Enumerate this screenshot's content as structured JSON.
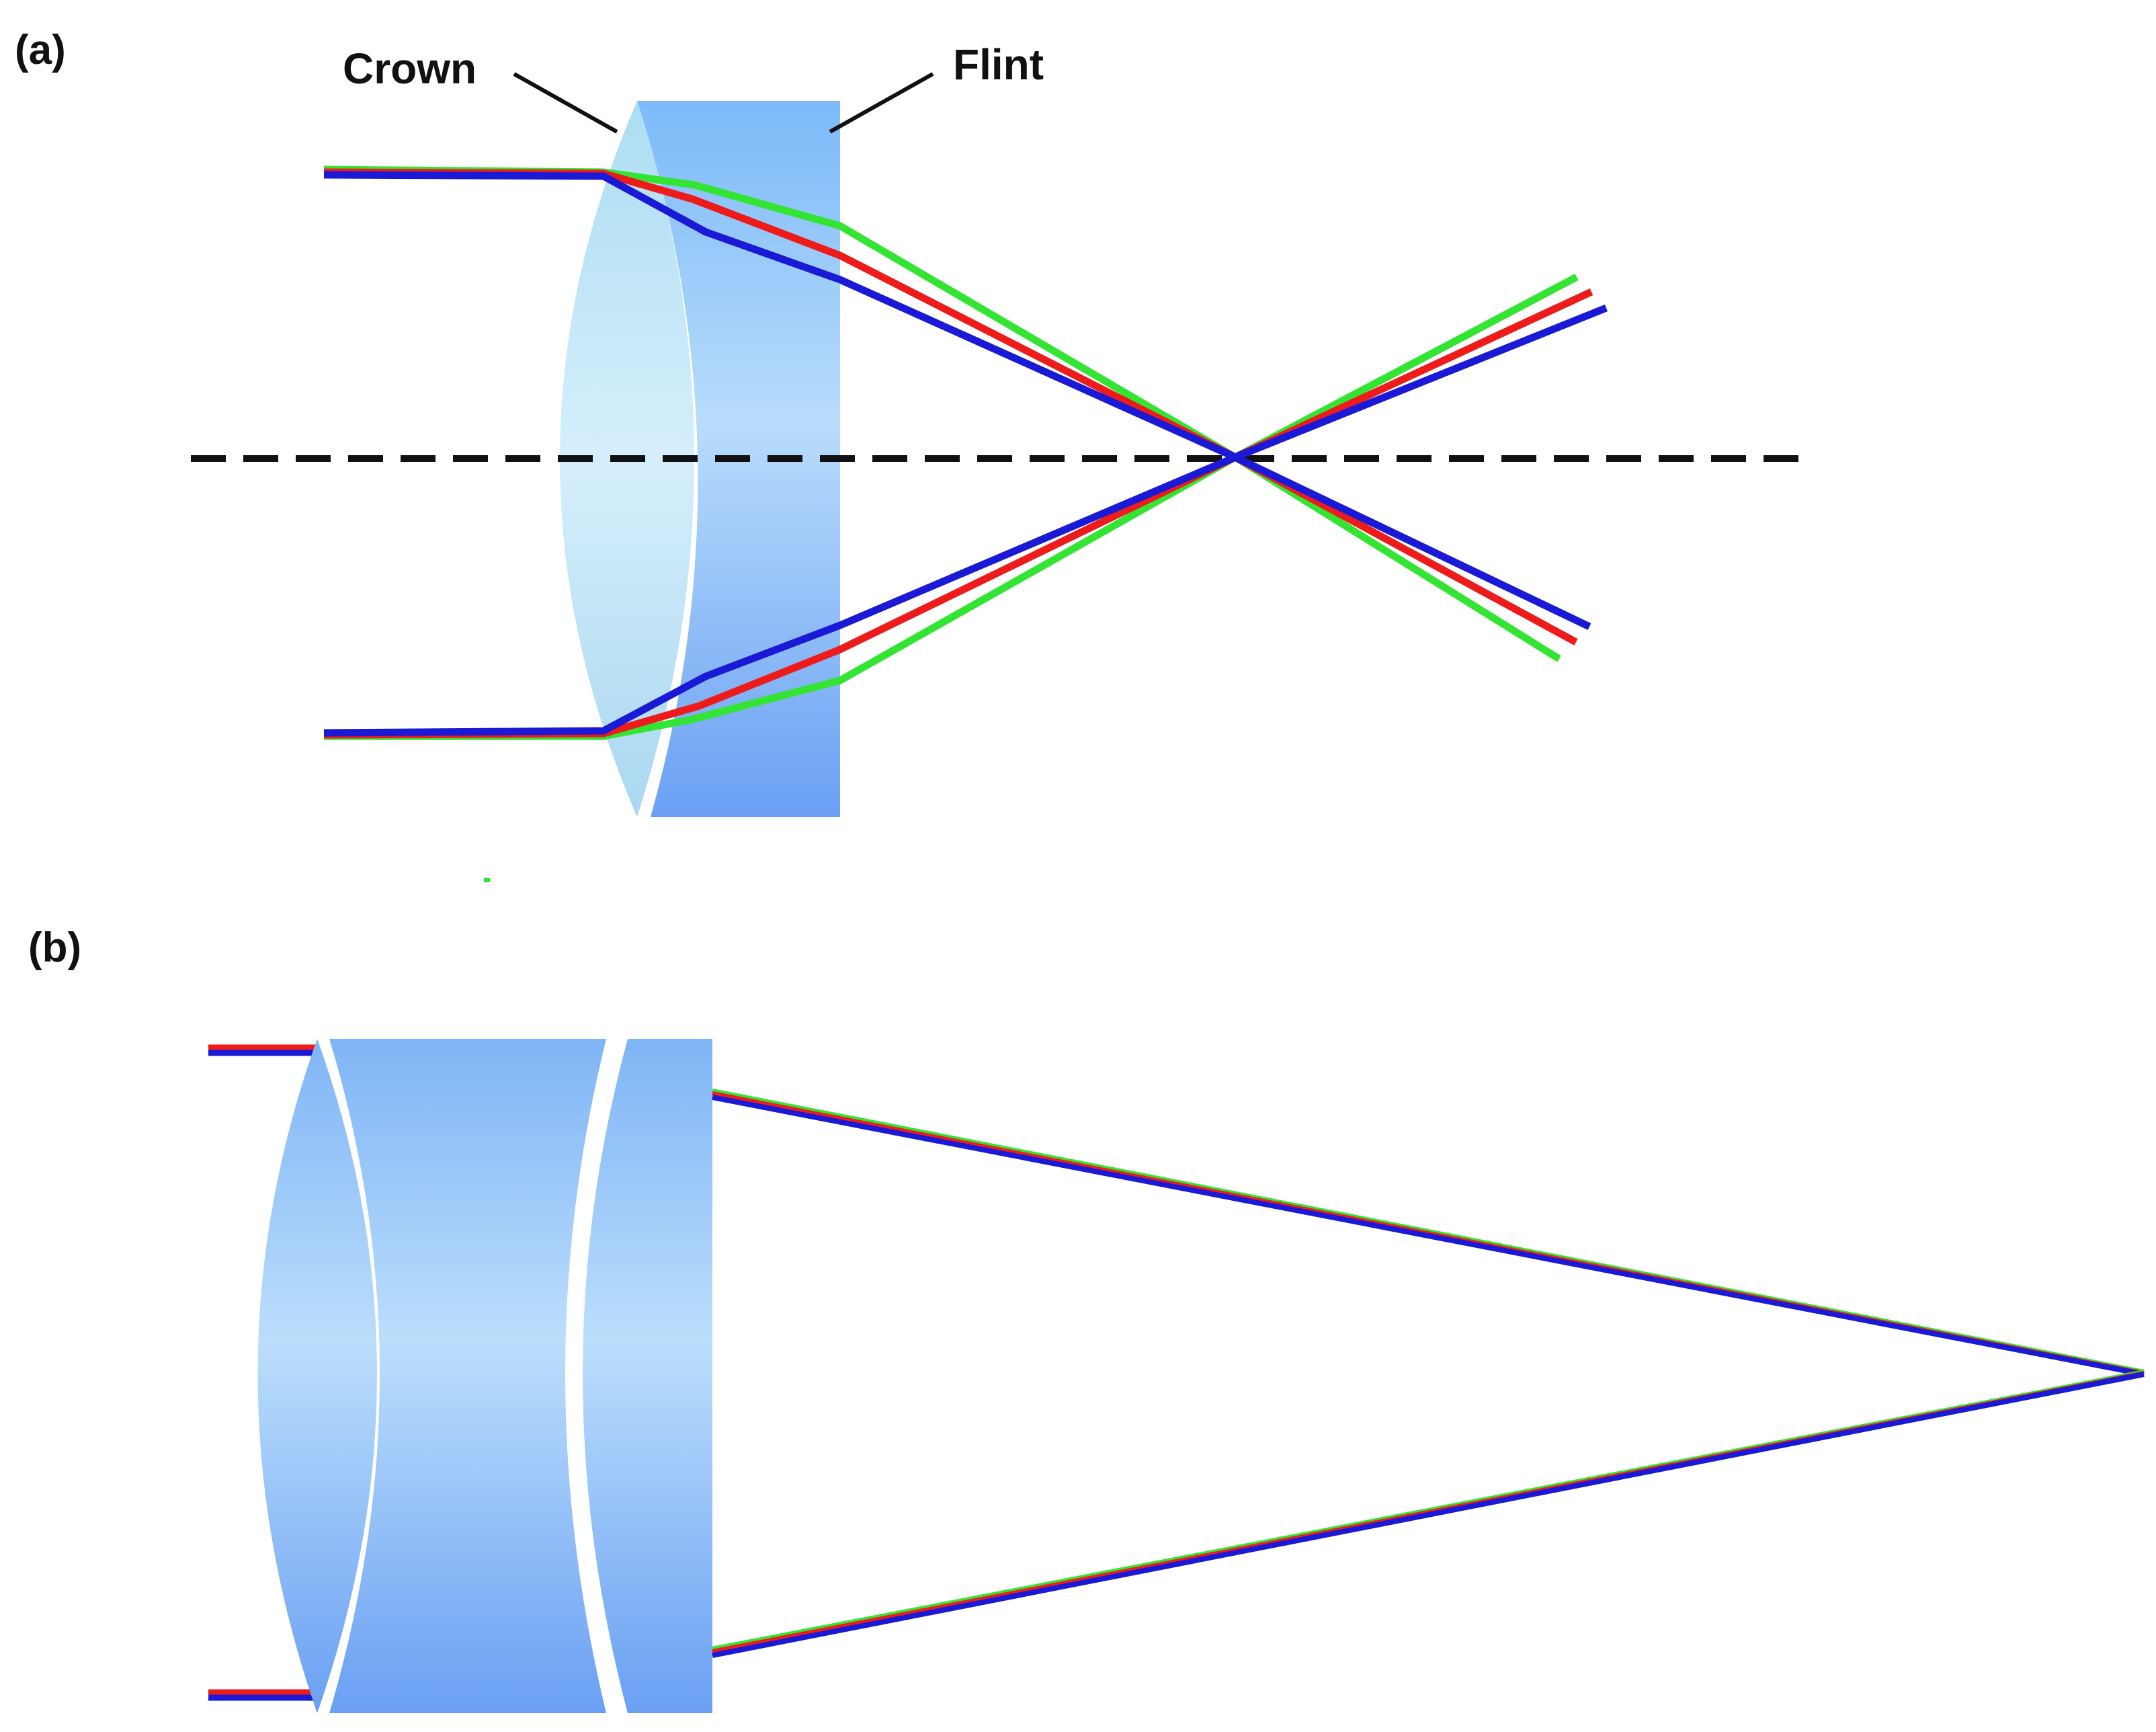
{
  "panel_a": {
    "label": "(a)",
    "crown_label": "Crown",
    "flint_label": "Flint"
  },
  "panel_b": {
    "label": "(b)"
  },
  "ray_colors": {
    "green": "#33e433",
    "red": "#ee1b1b",
    "blue": "#1a1ad6"
  },
  "lens_colors": {
    "crown_light": "#cdeafa",
    "crown_mid": "#a9dcf2",
    "flint_light": "#b5dcfb",
    "flint_dark": "#6fa8f6",
    "b_element_light": "#b8dcfc",
    "b_element_dark": "#70a6f4"
  },
  "axis_color": "#111111"
}
